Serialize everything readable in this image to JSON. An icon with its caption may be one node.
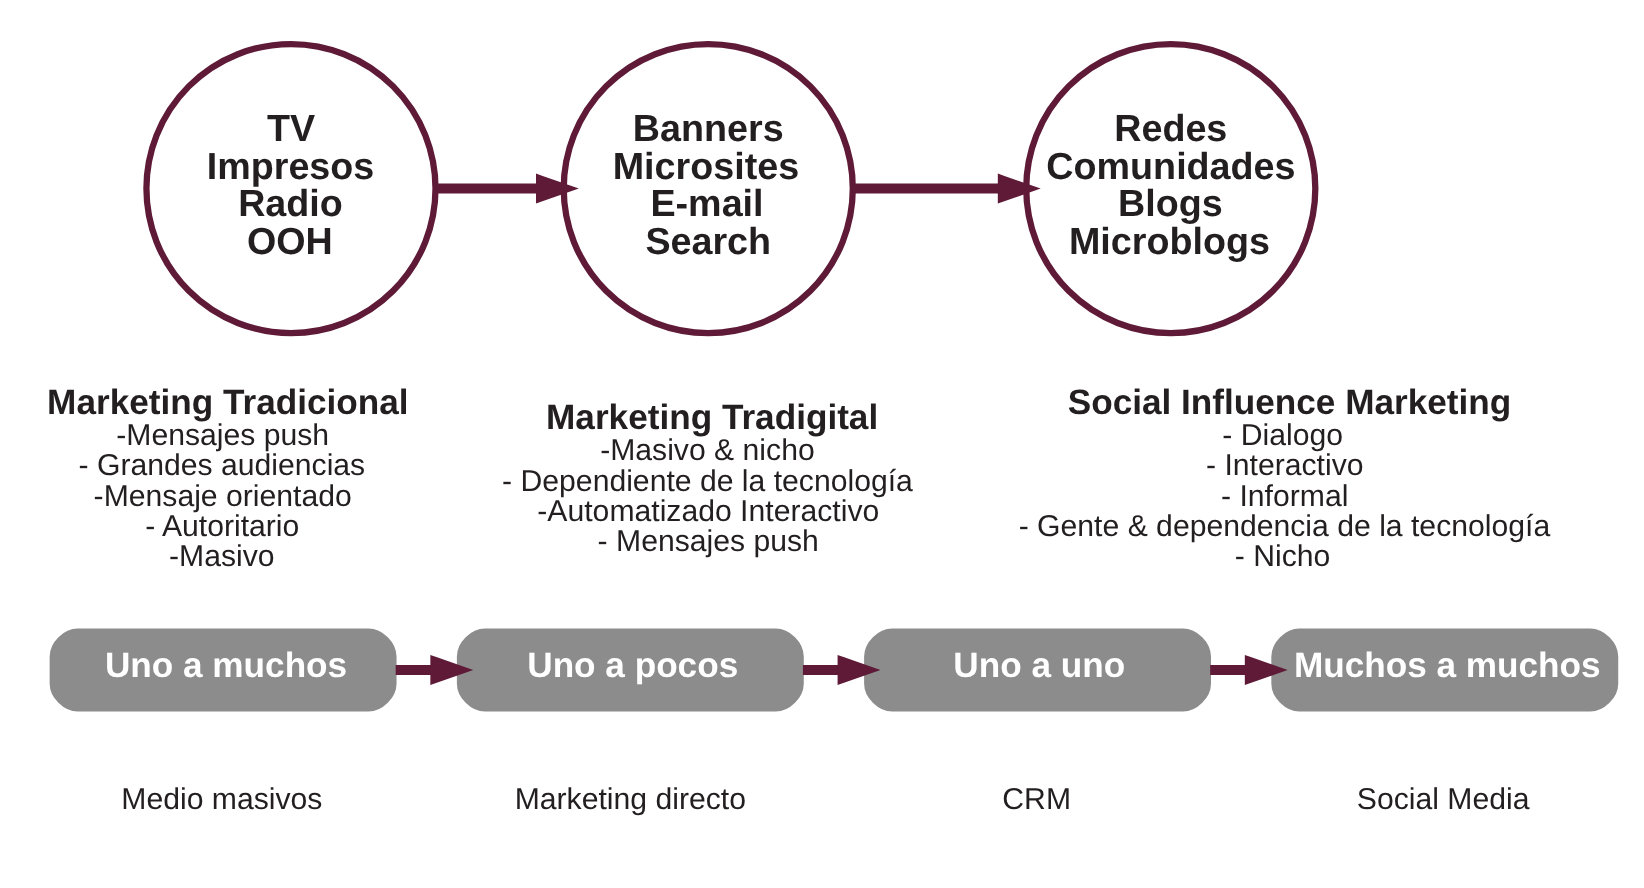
{
  "diagram": {
    "nodes": [
      {
        "text": [
          "TV Impresos Radio OOH"
        ],
        "beside": [
          "Marketing Tradicional",
          "-Mensajes push",
          "- Grandes audiencias",
          "-Mensaje orientado",
          "- Autoritario",
          "-Masivo"
        ]
      },
      {
        "text": [
          "Banners Microsites E-mail Search"
        ],
        "beside": [
          "Marketing Tradigital",
          "-Masivo & nicho",
          "- Dependiente de la tecnología",
          "-Automatizado Interactivo",
          "- Mensajes push"
        ]
      },
      {
        "text": [
          "Redes Comunidades Blogs Microblogs"
        ],
        "beside": [
          "Social Influence Marketing",
          "- Dialogo",
          "- Interactivo",
          "- Informal",
          "- Gente & dependencia de la tecnología",
          "- Nicho"
        ]
      },
      {
        "text": [
          "Uno a muchos"
        ],
        "beside": [
          "Medio masivos"
        ]
      },
      {
        "text": [
          "Uno a pocos"
        ],
        "beside": [
          "Marketing directo"
        ]
      },
      {
        "text": [
          "Uno a uno"
        ],
        "beside": [
          "CRM"
        ]
      },
      {
        "text": [
          "Muchos a muchos"
        ],
        "beside": [
          "Social Media"
        ]
      }
    ],
    "edges": [
      {
        "from": 0,
        "to": 1,
        "arrow": "to"
      },
      {
        "from": 1,
        "to": 2,
        "arrow": "to"
      },
      {
        "from": 3,
        "to": 4,
        "arrow": "to"
      },
      {
        "from": 4,
        "to": 5,
        "arrow": "to"
      },
      {
        "from": 5,
        "to": 6,
        "arrow": "to"
      }
    ]
  }
}
